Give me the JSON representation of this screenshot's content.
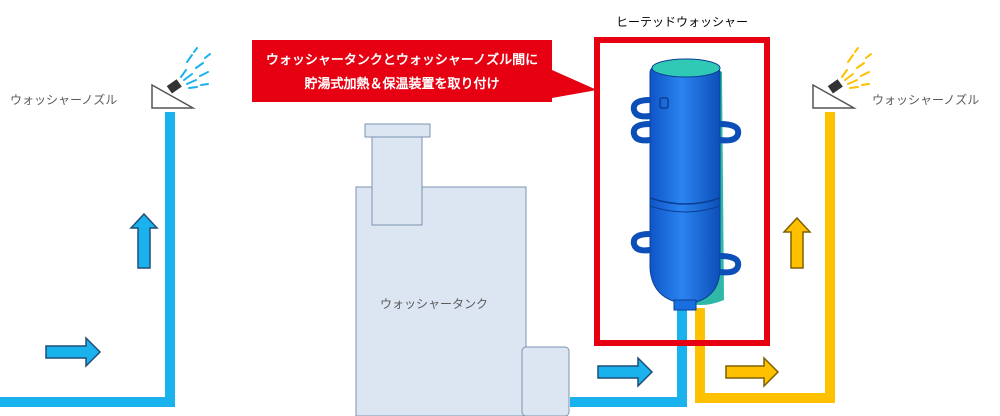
{
  "labels": {
    "nozzle_left": "ウォッシャーノズル",
    "nozzle_right": "ウォッシャーノズル",
    "tank": "ウォッシャータンク",
    "heated_washer": "ヒーテッドウォッシャー"
  },
  "callout": {
    "line1": "ウォッシャータンクとウォッシャーノズル間に",
    "line2": "貯湯式加熱＆保温装置を取り付け"
  },
  "colors": {
    "cold_pipe": "#1ab2ec",
    "hot_pipe": "#ffc000",
    "highlight_frame": "#e60012",
    "callout_bg": "#e60012",
    "tank_fill": "#dce6f2",
    "tank_stroke": "#6f8aa8",
    "heater_body": "#1a6fe0",
    "heater_accent": "#2fb7a8"
  },
  "icons": [
    "spray-icon-cold",
    "spray-icon-hot",
    "arrow-up-icon",
    "arrow-right-icon"
  ]
}
